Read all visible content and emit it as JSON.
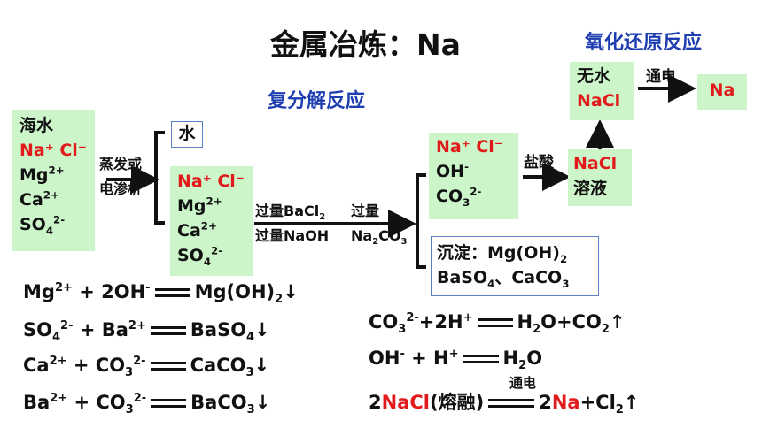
{
  "title": "金属冶炼：Na",
  "labels": {
    "redox": "氧化还原反应",
    "double_decomp": "复分解反应"
  },
  "boxes": {
    "seawater": {
      "line1": "海水",
      "ions_red": "Na⁺ Cl⁻",
      "mg": "Mg²⁺",
      "ca": "Ca²⁺",
      "so4": "SO₄²⁻"
    },
    "water": "水",
    "concentrate": {
      "ions_red": "Na⁺ Cl⁻",
      "mg": "Mg²⁺",
      "ca": "Ca²⁺",
      "so4": "SO₄²⁻"
    },
    "filtrate": {
      "ions_red": "Na⁺ Cl⁻",
      "oh": "OH⁻",
      "co3": "CO₃²⁻"
    },
    "nacl_solution": {
      "nacl": "NaCl",
      "solution": "溶液"
    },
    "anhydrous_nacl": {
      "line1": "无水",
      "nacl": "NaCl"
    },
    "sodium": "Na",
    "precipitate": {
      "line1": "沉淀：Mg(OH)₂",
      "line2": "BaSO₄、CaCO₃"
    }
  },
  "arrows": {
    "evap_line1": "蒸发或",
    "evap_line2": "电渗析",
    "bacl2": "过量BaCl₂",
    "naoh": "过量NaOH",
    "excess": "过量",
    "na2co3": "Na₂CO₃",
    "hcl": "盐酸",
    "electrolysis": "通电"
  },
  "equations_left": [
    {
      "lhs": "Mg²⁺ + 2OH⁻",
      "rhs": "Mg(OH)₂↓"
    },
    {
      "lhs": "SO₄²⁻ + Ba²⁺",
      "rhs": "BaSO₄↓"
    },
    {
      "lhs": "Ca²⁺ + CO₃²⁻",
      "rhs": "CaCO₃↓"
    },
    {
      "lhs": "Ba²⁺ + CO₃²⁻",
      "rhs": "BaCO₃↓"
    }
  ],
  "equations_right": [
    {
      "lhs": "CO₃²⁻+2H⁺",
      "rhs": "H₂O+CO₂↑"
    },
    {
      "lhs": "OH⁻ + H⁺",
      "rhs": "H₂O"
    }
  ],
  "final_equation": {
    "coef": "2",
    "nacl": "NaCl",
    "state": "(熔融)",
    "condition": "通电",
    "coef2": "2",
    "na": "Na",
    "tail": "+Cl₂↑"
  }
}
